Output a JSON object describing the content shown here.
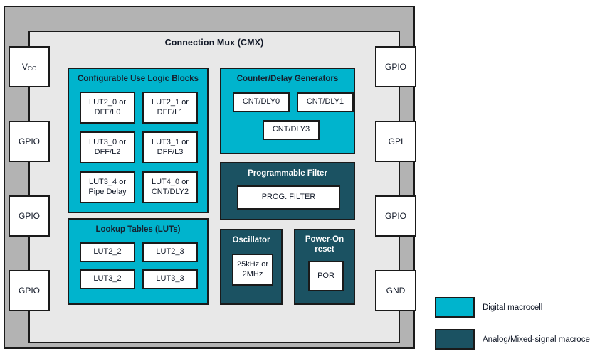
{
  "diagram": {
    "title": "Connection Mux (CMX)",
    "colors": {
      "digital_macrocell": "#00b4cd",
      "analog_macrocell": "#1b5262",
      "package_body": "#b3b3b3",
      "mux_area": "#e8e8e8",
      "cell_fill": "#ffffff",
      "outline": "#1a1a1a"
    }
  },
  "pins": {
    "left": [
      {
        "label": "V",
        "sub": "CC"
      },
      {
        "label": "GPIO",
        "sub": ""
      },
      {
        "label": "GPIO",
        "sub": ""
      },
      {
        "label": "GPIO",
        "sub": ""
      }
    ],
    "right": [
      {
        "label": "GPIO",
        "sub": ""
      },
      {
        "label": "GPI",
        "sub": ""
      },
      {
        "label": "GPIO",
        "sub": ""
      },
      {
        "label": "GND",
        "sub": ""
      }
    ]
  },
  "groups": {
    "clb": {
      "title": "Configurable Use Logic Blocks",
      "kind": "digital",
      "cells": [
        "LUT2_0 or\nDFF/L0",
        "LUT2_1 or\nDFF/L1",
        "LUT3_0 or\nDFF/L2",
        "LUT3_1 or\nDFF/L3",
        "LUT3_4 or\nPipe Delay",
        "LUT4_0 or\nCNT/DLY2"
      ]
    },
    "luts": {
      "title": "Lookup Tables (LUTs)",
      "kind": "digital",
      "cells": [
        "LUT2_2",
        "LUT2_3",
        "LUT3_2",
        "LUT3_3"
      ]
    },
    "counters": {
      "title": "Counter/Delay Generators",
      "kind": "digital",
      "cells": [
        "CNT/DLY0",
        "CNT/DLY1",
        "CNT/DLY3"
      ]
    },
    "filter": {
      "title": "Programmable Filter",
      "kind": "analog",
      "cells": [
        "PROG. FILTER"
      ]
    },
    "oscillator": {
      "title": "Oscillator",
      "kind": "analog",
      "cells": [
        "25kHz or\n2MHz"
      ]
    },
    "por": {
      "title": "Power-On\nreset",
      "kind": "analog",
      "cells": [
        "POR"
      ]
    }
  },
  "legend": {
    "items": [
      {
        "label": "Digital macrocell",
        "kind": "digital"
      },
      {
        "label": "Analog/Mixed-signal macrocell",
        "kind": "analog"
      }
    ]
  }
}
